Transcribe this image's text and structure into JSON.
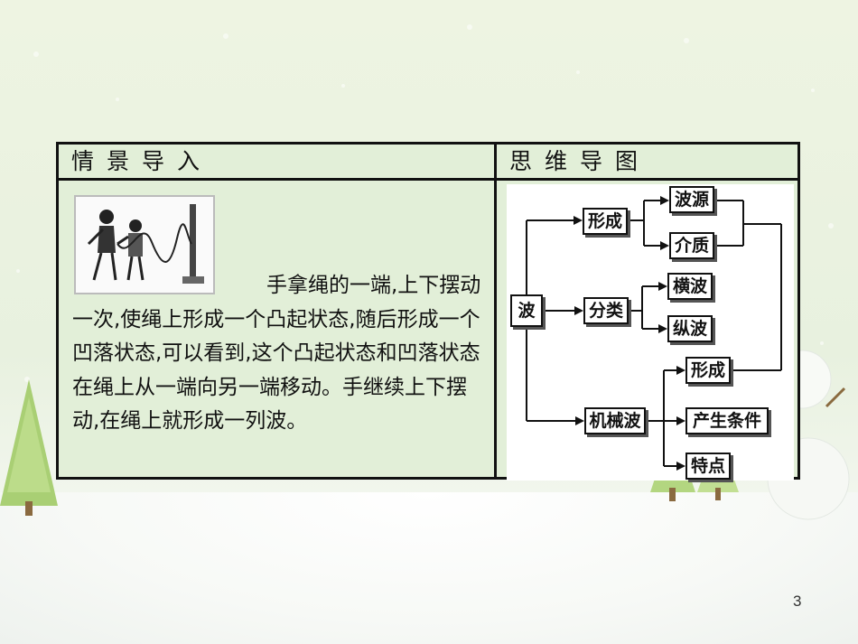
{
  "table": {
    "left_header": "情景导入",
    "right_header": "思维导图",
    "passage": "手拿绳的一端,上下摆动一次,使绳上形成一个凸起状态,随后形成一个凹落状态,可以看到,这个凸起状态和凹落状态在绳上从一端向另一端移动。手继续上下摆动,在绳上就形成一列波。"
  },
  "photo": {
    "icon": "rope-wave-illustration"
  },
  "mindmap": {
    "root": "波",
    "branches": [
      {
        "label": "形成",
        "children": [
          "波源",
          "介质"
        ]
      },
      {
        "label": "分类",
        "children": [
          "横波",
          "纵波"
        ]
      },
      {
        "label": "机械波",
        "children": [
          "形成",
          "产生条件",
          "特点"
        ]
      }
    ]
  },
  "page_number": "3"
}
